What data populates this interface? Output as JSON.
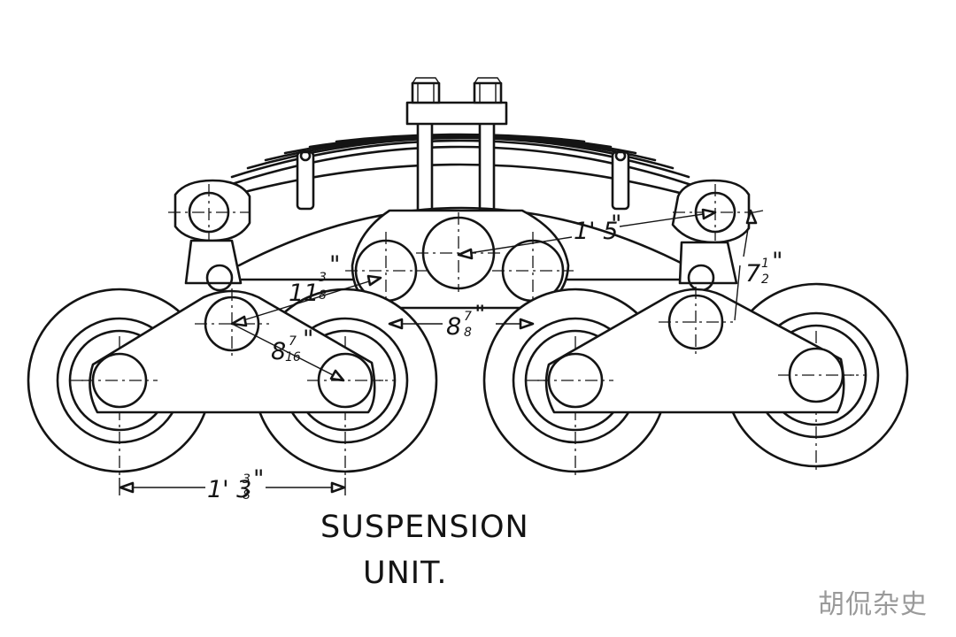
{
  "diagram": {
    "title_line1": "SUSPENSION",
    "title_line2": "UNIT.",
    "watermark": "胡侃杂史",
    "dimensions": [
      {
        "id": "bogie_wheelbase",
        "whole": "1' 3",
        "num": "3",
        "den": "8",
        "unit": "\""
      },
      {
        "id": "arm_length",
        "whole": "8",
        "num": "7",
        "den": "16",
        "unit": "\""
      },
      {
        "id": "pivot_radius",
        "whole": "11",
        "num": "3",
        "den": "8",
        "unit": "\""
      },
      {
        "id": "pivot_spacing",
        "whole": "8",
        "num": "7",
        "den": "8",
        "unit": "\""
      },
      {
        "id": "spring_span",
        "whole": "1' 5",
        "num": "",
        "den": "",
        "unit": "\""
      },
      {
        "id": "spring_drop",
        "whole": "7",
        "num": "1",
        "den": "2",
        "unit": "\""
      }
    ]
  }
}
